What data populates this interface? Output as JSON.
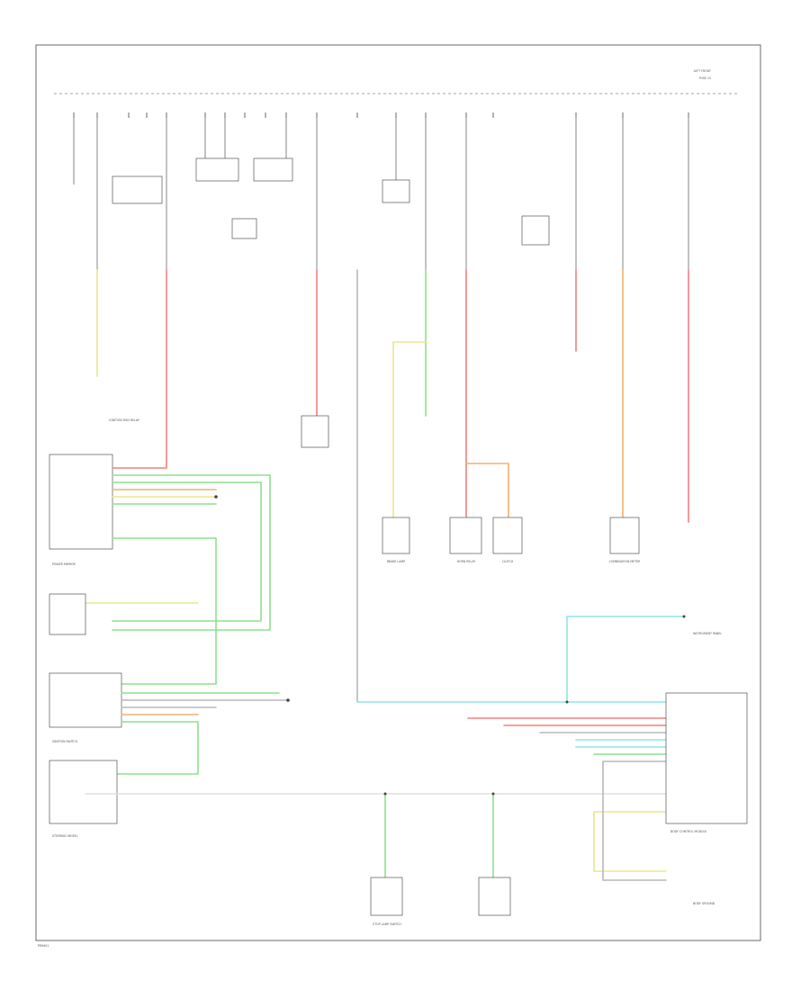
{
  "page": {
    "code": "PR9901"
  },
  "colors": {
    "grey": "#b8b8b8",
    "red": "#f08080",
    "yellow": "#e8e88a",
    "green": "#8de08d",
    "cyan": "#8ee5e5",
    "orange": "#f0b070"
  },
  "labels": {
    "top_right": "LEFT FRONT",
    "ignition_relay": "IGNITION RUN RELAY",
    "fuse_right": "FUSE 15",
    "power_mirror": "POWER MIRROR",
    "ignition_switch": "IGNITION SWITCH",
    "steering_wheel": "STEERING WHEEL",
    "instrument_panel": "INSTRUMENT PANEL",
    "body_ground": "BODY GROUND",
    "stop_lamp_switch": "STOP LAMP SWITCH",
    "brake_lamp": "BRAKE LAMP",
    "horn_relay": "HORN RELAY",
    "clutch": "CLUTCH",
    "combination_meter": "COMBINATION METER",
    "body_control": "BODY CONTROL MODULE"
  }
}
